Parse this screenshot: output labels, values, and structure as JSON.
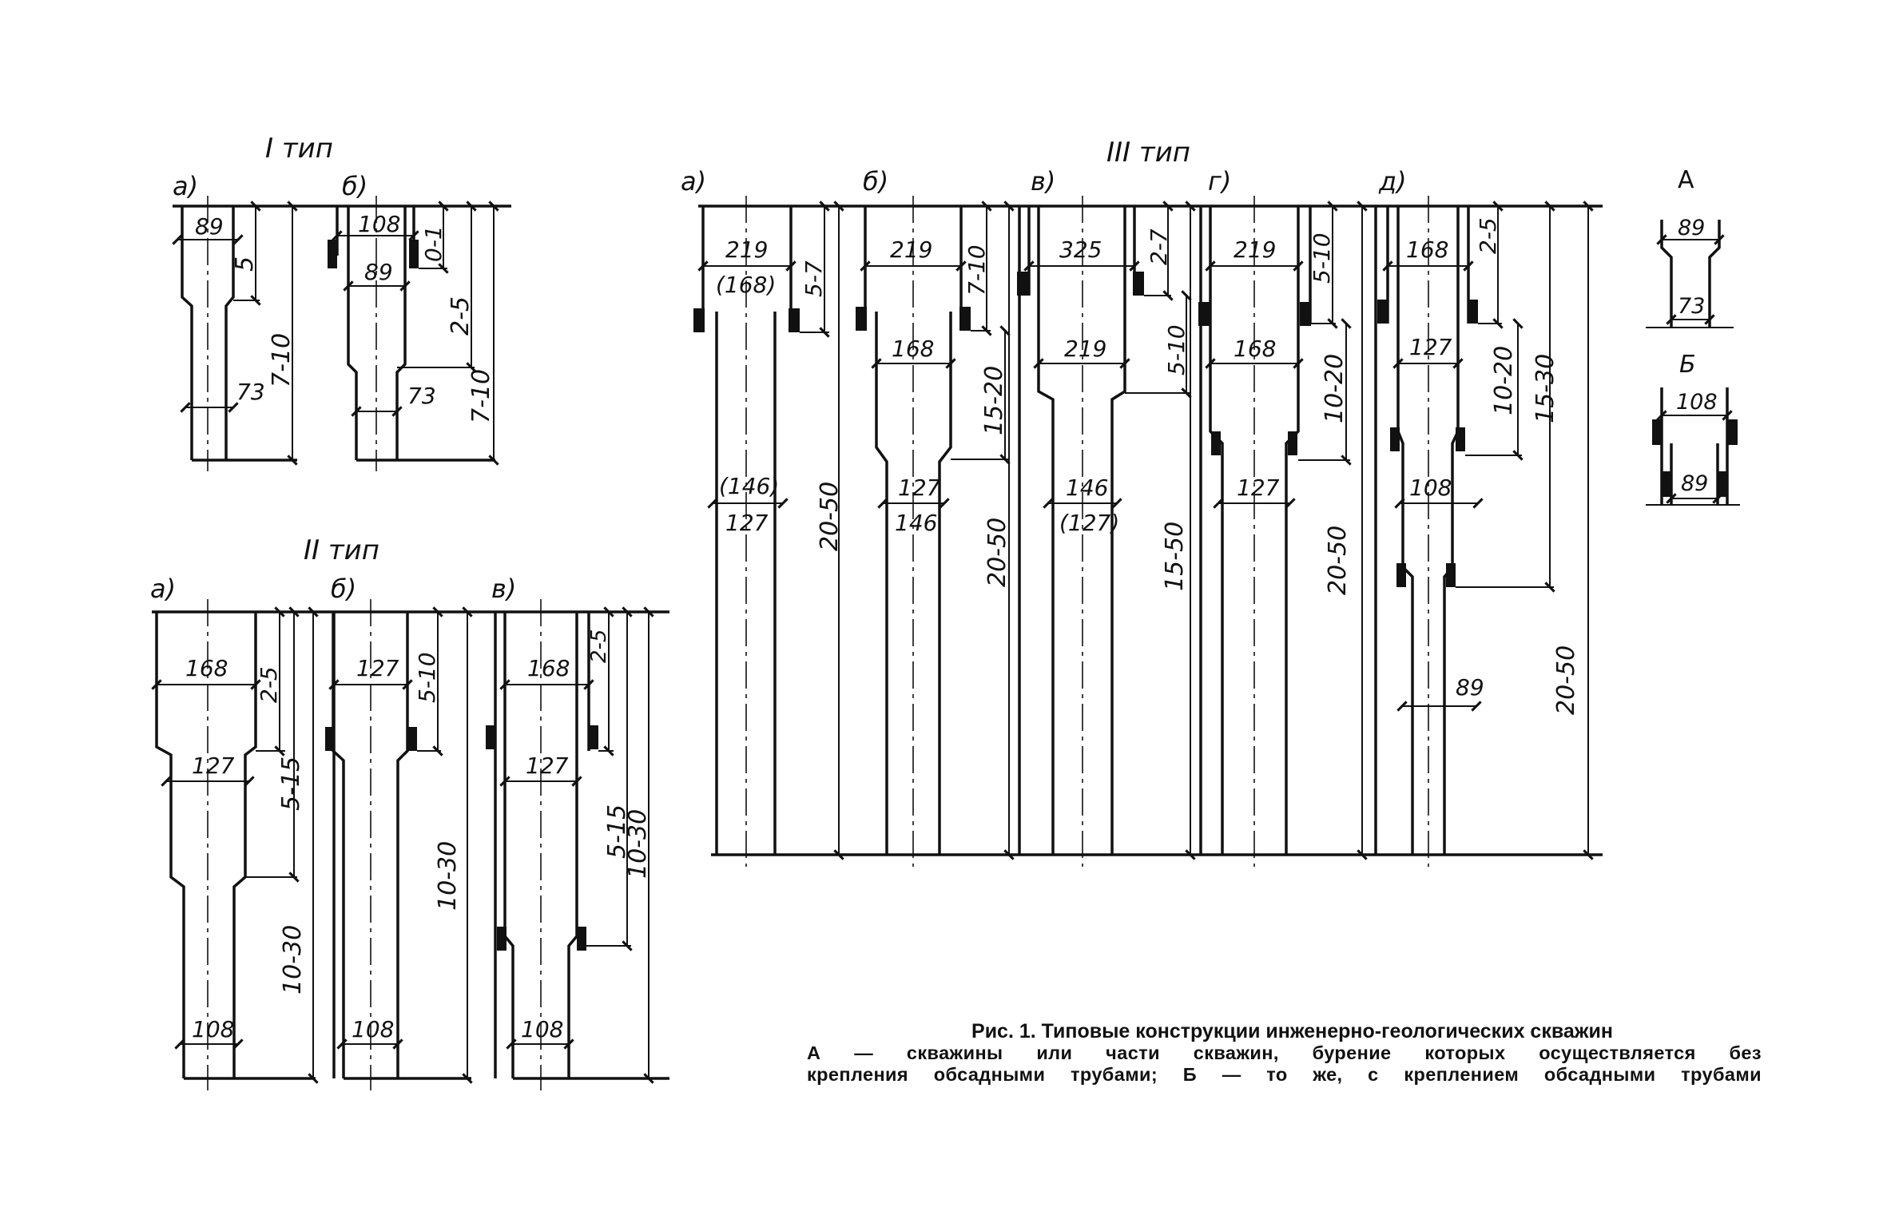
{
  "types": {
    "type1": {
      "title": "I тип",
      "variants": [
        {
          "label": "а)",
          "dims": [
            "89",
            "73"
          ],
          "depths": [
            "5",
            "7-10"
          ]
        },
        {
          "label": "б)",
          "dims": [
            "108",
            "89",
            "73"
          ],
          "depths": [
            "0-1",
            "2-5",
            "7-10"
          ]
        }
      ]
    },
    "type2": {
      "title": "II тип",
      "variants": [
        {
          "label": "а)",
          "dims": [
            "168",
            "127",
            "108"
          ],
          "depths": [
            "2-5",
            "5-15",
            "10-30"
          ]
        },
        {
          "label": "б)",
          "dims": [
            "127",
            "108"
          ],
          "depths": [
            "5-10",
            "10-30"
          ]
        },
        {
          "label": "в)",
          "dims": [
            "168",
            "127",
            "108"
          ],
          "depths": [
            "2-5",
            "5-15",
            "10-30"
          ]
        }
      ]
    },
    "type3": {
      "title": "III тип",
      "variants": [
        {
          "label": "а)",
          "dims": [
            "219",
            "(168)",
            "(146)",
            "127"
          ],
          "depths": [
            "5-7",
            "20-50"
          ]
        },
        {
          "label": "б)",
          "dims": [
            "219",
            "168",
            "127",
            "146"
          ],
          "depths": [
            "7-10",
            "15-20",
            "20-50"
          ]
        },
        {
          "label": "в)",
          "dims": [
            "325",
            "219",
            "146",
            "(127)"
          ],
          "depths": [
            "2-7",
            "5-10",
            "15-50"
          ]
        },
        {
          "label": "г)",
          "dims": [
            "219",
            "168",
            "127"
          ],
          "depths": [
            "5-10",
            "10-20",
            "20-50"
          ]
        },
        {
          "label": "д)",
          "dims": [
            "168",
            "127",
            "108",
            "89"
          ],
          "depths": [
            "2-5",
            "10-20",
            "15-30",
            "20-50"
          ]
        }
      ]
    }
  },
  "legend": {
    "a": {
      "label": "А",
      "dims": [
        "89",
        "73"
      ]
    },
    "b": {
      "label": "Б",
      "dims": [
        "108",
        "89"
      ]
    }
  },
  "caption": {
    "title": "Рис. 1. Типовые конструкции инженерно-геологических скважин",
    "line1": "А — скважины или части скважин, бурение которых осуществляется без",
    "line2": "крепления обсадными трубами; Б — то же, с креплением обсадными трубами"
  }
}
